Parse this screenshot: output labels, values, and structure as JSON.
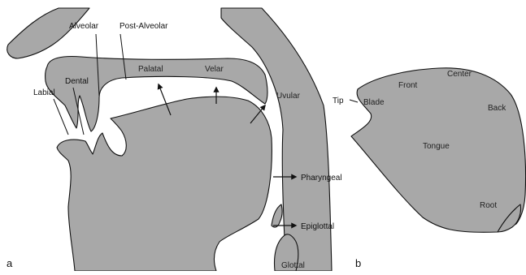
{
  "colors": {
    "fill": "#a8a8a8",
    "stroke": "#111111",
    "background": "#ffffff"
  },
  "panel_a": {
    "label": "a",
    "places": {
      "alveolar": "Alveolar",
      "post_alveolar": "Post-Alveolar",
      "palatal": "Palatal",
      "velar": "Velar",
      "uvular": "Uvular",
      "labial": "Labial",
      "dental": "Dental",
      "pharyngeal": "Pharyngeal",
      "epiglottal": "Epiglottal",
      "glottal": "Glottal"
    }
  },
  "panel_b": {
    "label": "b",
    "parts": {
      "tip": "Tip",
      "blade": "Blade",
      "front": "Front",
      "center": "Center",
      "back": "Back",
      "tongue": "Tongue",
      "root": "Root"
    }
  }
}
